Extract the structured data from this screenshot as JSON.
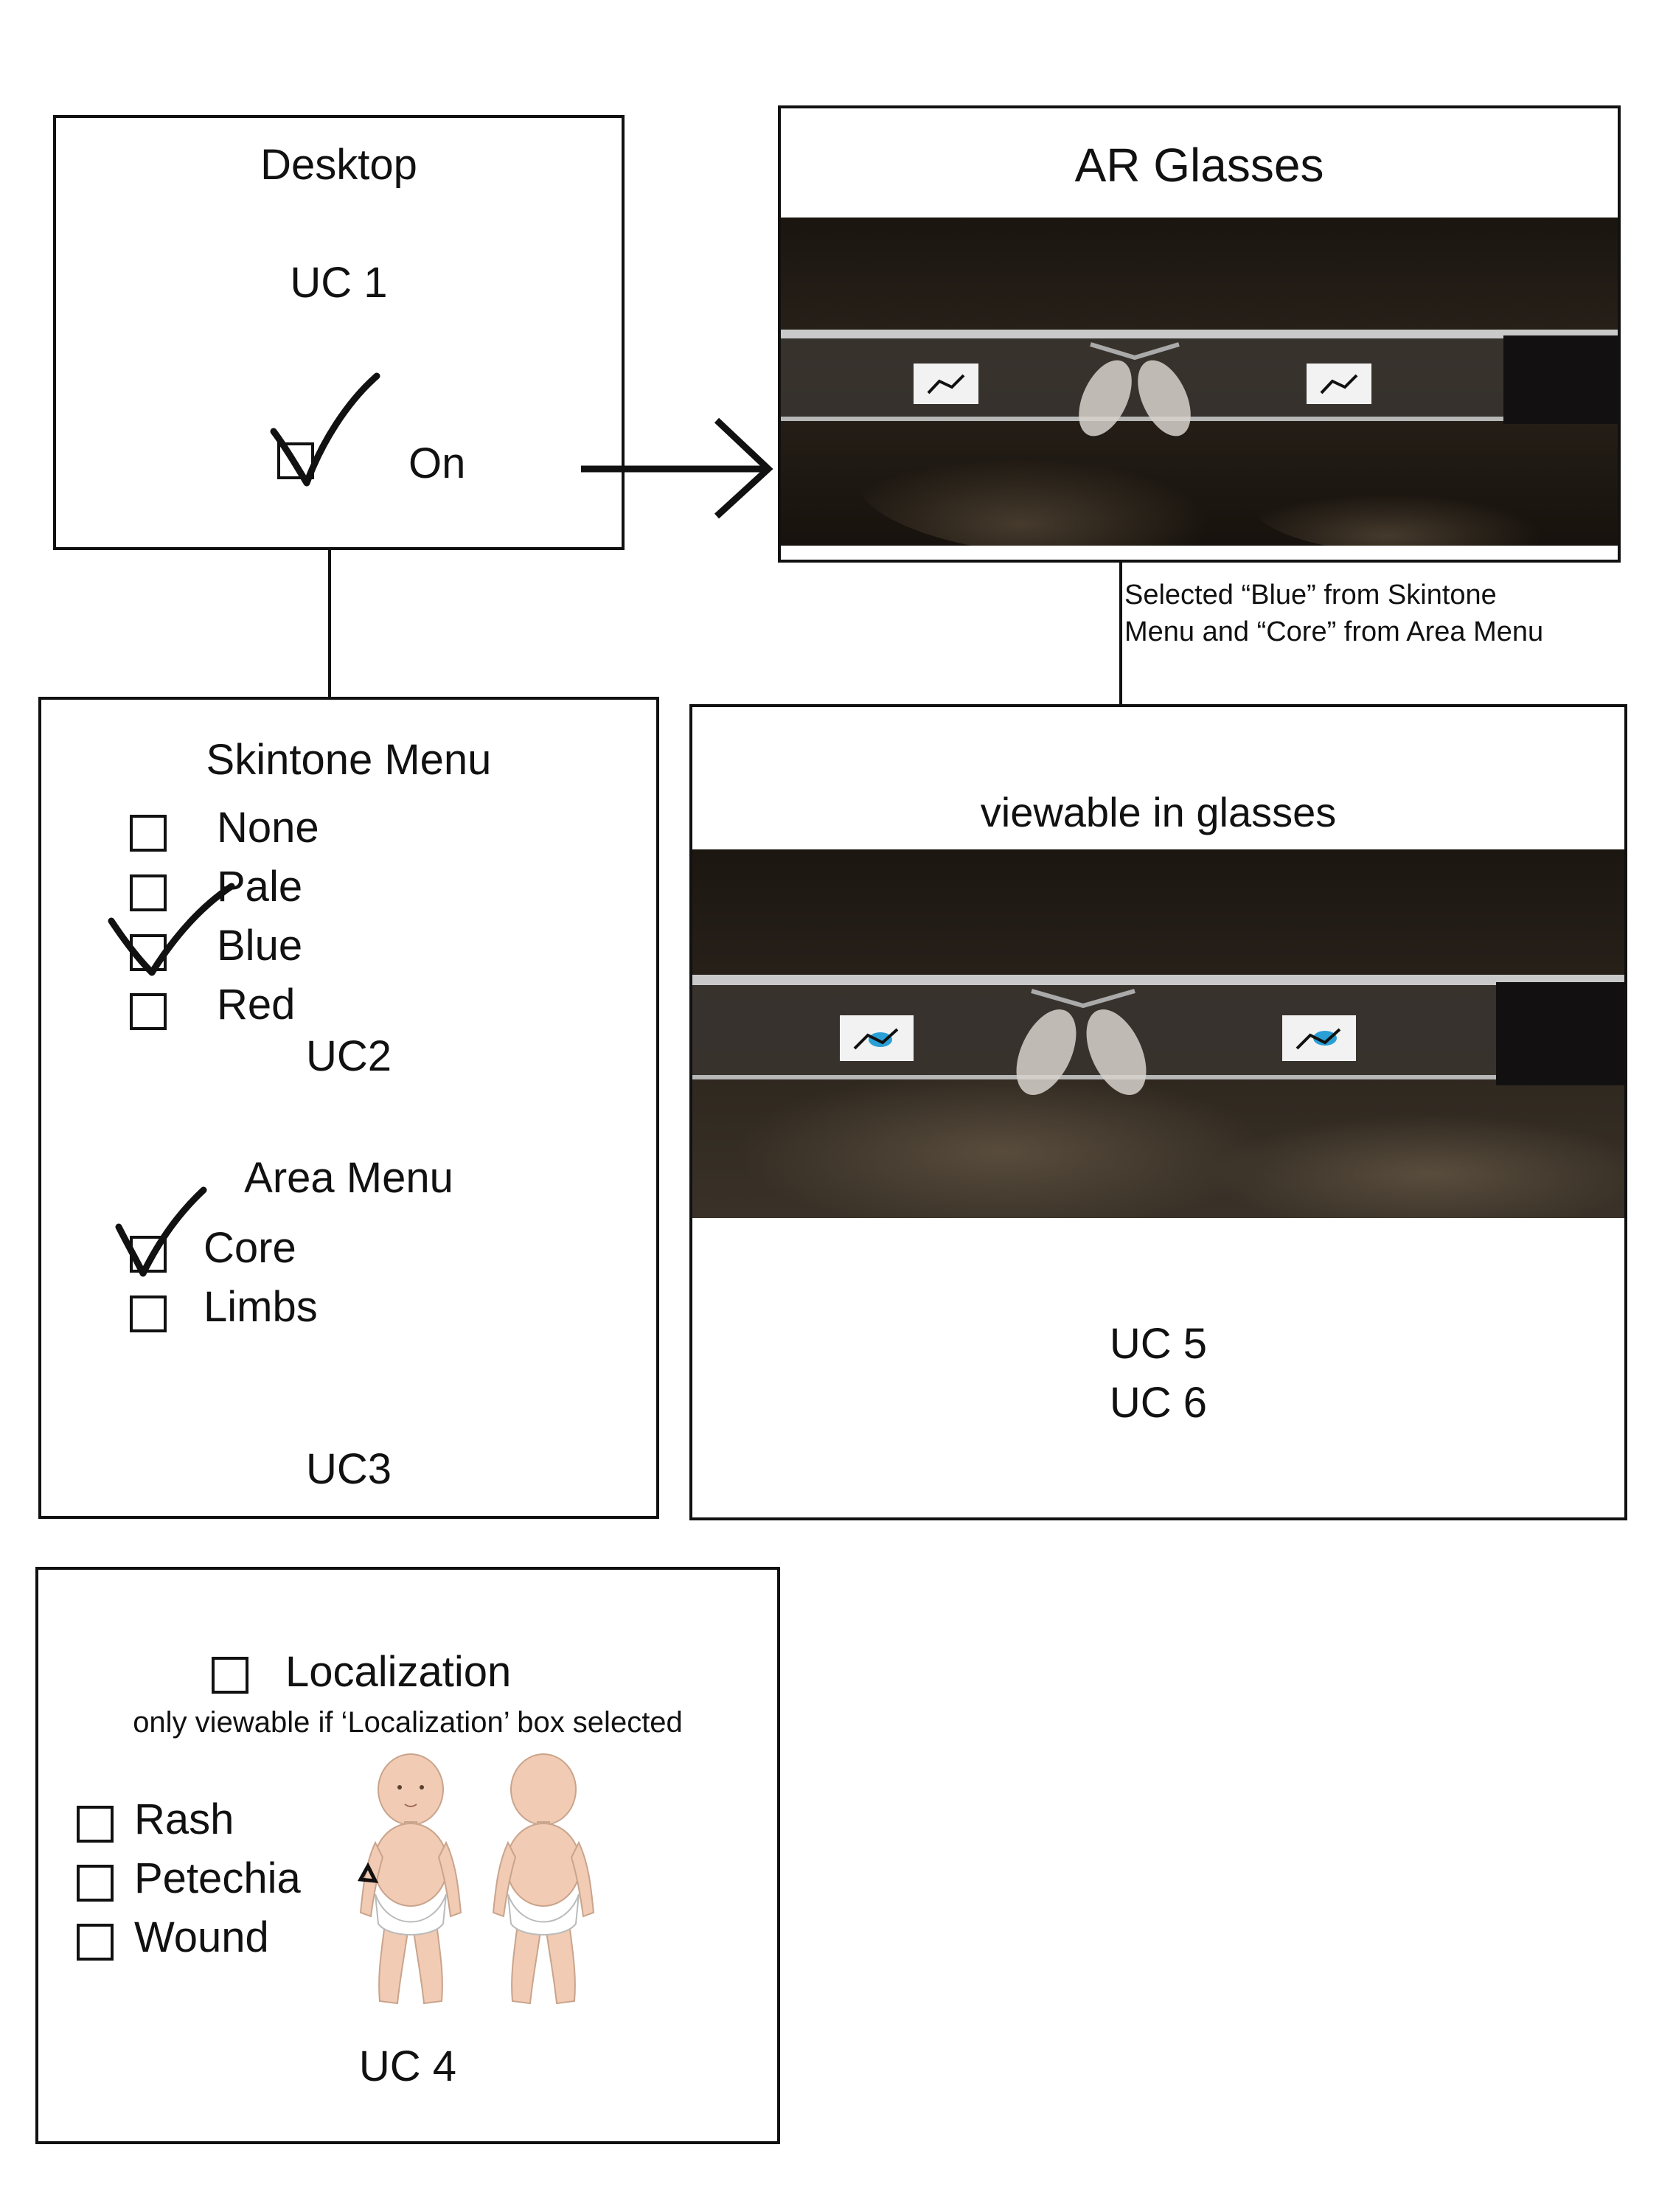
{
  "desktop": {
    "title": "Desktop",
    "uc": "UC 1",
    "on_label": "On",
    "on_checked": true
  },
  "ar_glasses": {
    "title": "AR Glasses"
  },
  "connector_note": {
    "line1": "Selected “Blue” from Skintone",
    "line2": "Menu and “Core” from Area Menu"
  },
  "skintone_menu": {
    "title": "Skintone Menu",
    "options": [
      {
        "label": "None",
        "checked": false
      },
      {
        "label": "Pale",
        "checked": false
      },
      {
        "label": "Blue",
        "checked": true
      },
      {
        "label": "Red",
        "checked": false
      }
    ],
    "uc": "UC2"
  },
  "area_menu": {
    "title": "Area Menu",
    "options": [
      {
        "label": "Core",
        "checked": true
      },
      {
        "label": "Limbs",
        "checked": false
      }
    ],
    "uc": "UC3"
  },
  "viewable_panel": {
    "title": "viewable in glasses",
    "uc_lines": [
      "UC 5",
      "UC 6"
    ]
  },
  "localization": {
    "title": "Localization",
    "note": "only viewable if ‘Localization’ box selected",
    "options": [
      {
        "label": "Rash",
        "checked": false
      },
      {
        "label": "Petechia",
        "checked": false
      },
      {
        "label": "Wound",
        "checked": false
      }
    ],
    "uc": "UC 4"
  },
  "colors": {
    "ink": "#111111",
    "photo_dark": "#1e1812",
    "highlight_blue": "#2a9fd6",
    "skin": "#f1cbb3"
  }
}
